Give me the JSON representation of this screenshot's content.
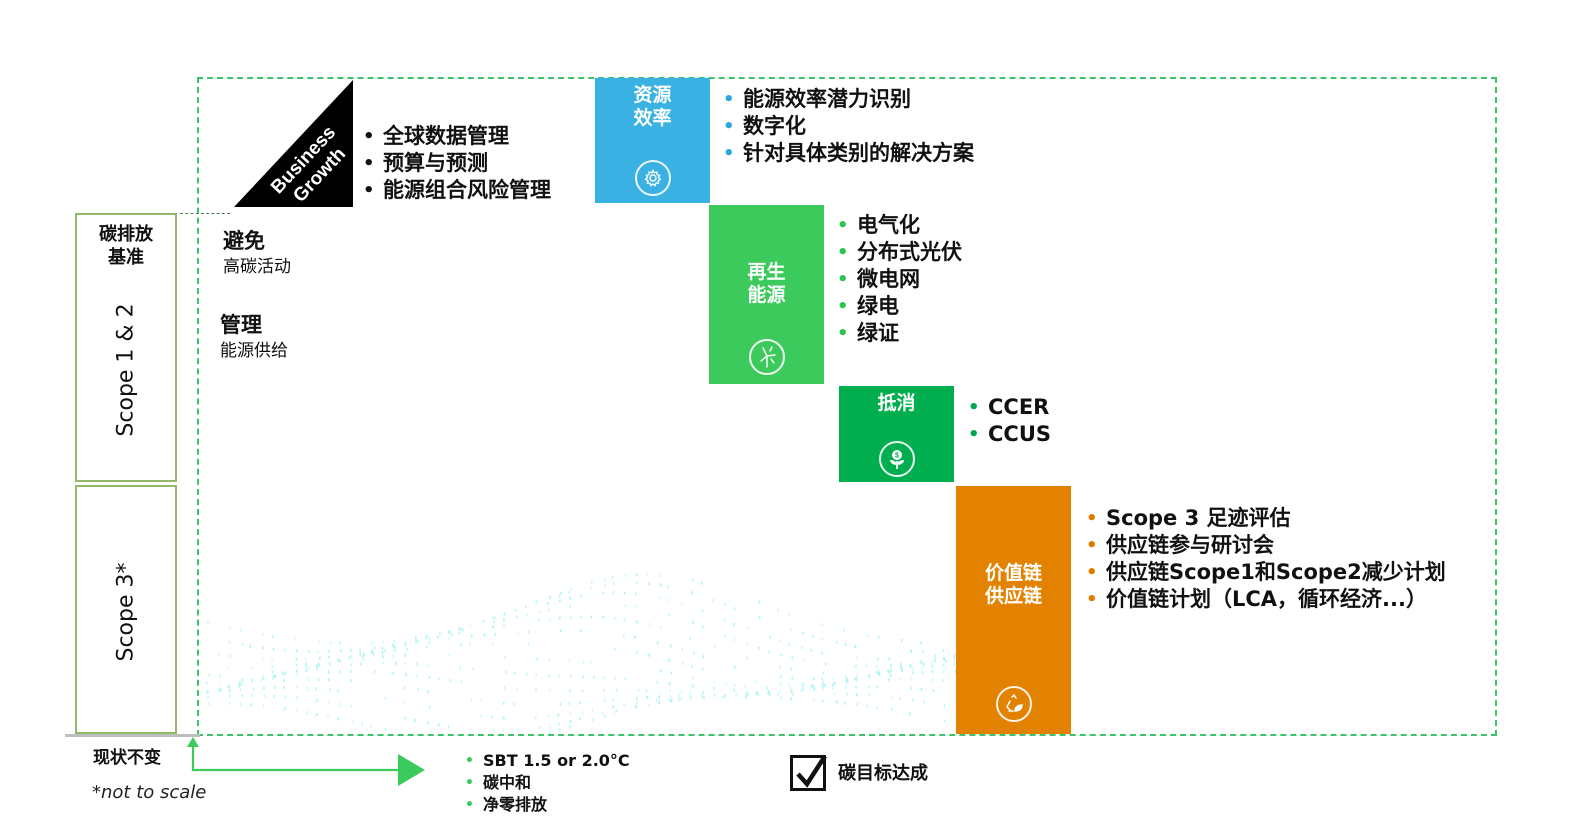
{
  "triangle": {
    "line1": "Business",
    "line2": "Growth"
  },
  "growth_bullets": [
    "全球数据管理",
    "预算与预测",
    "能源组合风险管理"
  ],
  "scope_boxes": {
    "scope12": {
      "header": "碳排放\n基准",
      "label": "Scope 1 & 2"
    },
    "scope3": {
      "label": "Scope 3*"
    }
  },
  "left_labels": [
    {
      "title": "避免",
      "subtitle": "高碳活动"
    },
    {
      "title": "管理",
      "subtitle": "能源供给"
    }
  ],
  "blocks": [
    {
      "label": "资源\n效率",
      "icon": "gear-icon",
      "color": "#3ab1e3",
      "bullets": [
        "能源效率潜力识别",
        "数字化",
        "针对具体类别的解决方案"
      ]
    },
    {
      "label": "再生\n能源",
      "icon": "wind-turbine-icon",
      "color": "#3dca5c",
      "bullets": [
        "电气化",
        "分布式光伏",
        "微电网",
        "绿电",
        "绿证"
      ]
    },
    {
      "label": "抵消",
      "icon": "money-plant-icon",
      "color": "#00ae4f",
      "bullets": [
        "CCER",
        "CCUS"
      ]
    },
    {
      "label": "价值链\n供应链",
      "icon": "recycle-leaf-icon",
      "color": "#e38200",
      "bullets": [
        "Scope 3 足迹评估",
        "供应链参与研讨会",
        "供应链Scope1和Scope2减少计划",
        "价值链计划（LCA，循环经济...）"
      ]
    }
  ],
  "bottom": {
    "status_quo": "现状不变",
    "note": "*not to scale",
    "targets": [
      "SBT 1.5 or 2.0°C",
      "碳中和",
      "净零排放"
    ],
    "achieved": "碳目标达成"
  },
  "colors": {
    "frame": "#3cc46a",
    "scope_border": "#93b86a"
  }
}
